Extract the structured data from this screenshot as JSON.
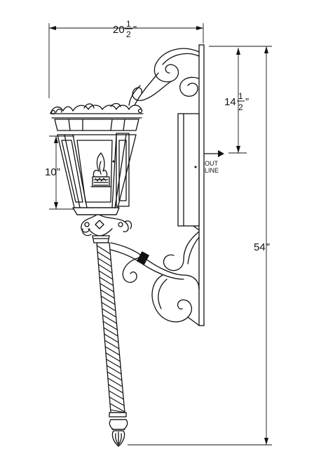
{
  "dimensions": {
    "width": {
      "whole": "20",
      "frac_num": "1",
      "frac_den": "2",
      "unit": "”"
    },
    "arm_height": {
      "whole": "14",
      "frac_num": "1",
      "frac_den": "2",
      "unit": "”"
    },
    "lantern_height": {
      "whole": "10",
      "unit": "”"
    },
    "total_height": {
      "whole": "54",
      "unit": "”"
    }
  },
  "outlet_label": {
    "line1": "OUT",
    "line2": "LINE"
  }
}
